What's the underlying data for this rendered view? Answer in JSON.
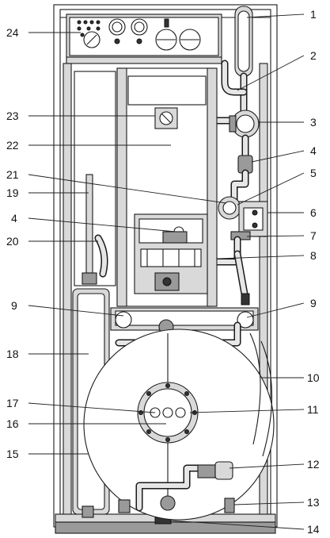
{
  "callouts": {
    "c1": "1",
    "c2": "2",
    "c3": "3",
    "c4r": "4",
    "c5": "5",
    "c6": "6",
    "c7": "7",
    "c8": "8",
    "c9r": "9",
    "c10": "10",
    "c11": "11",
    "c12": "12",
    "c13": "13",
    "c14": "14",
    "c24": "24",
    "c23": "23",
    "c22": "22",
    "c21": "21",
    "c19": "19",
    "c4l": "4",
    "c20": "20",
    "c9l": "9",
    "c18": "18",
    "c17": "17",
    "c16": "16",
    "c15": "15"
  }
}
